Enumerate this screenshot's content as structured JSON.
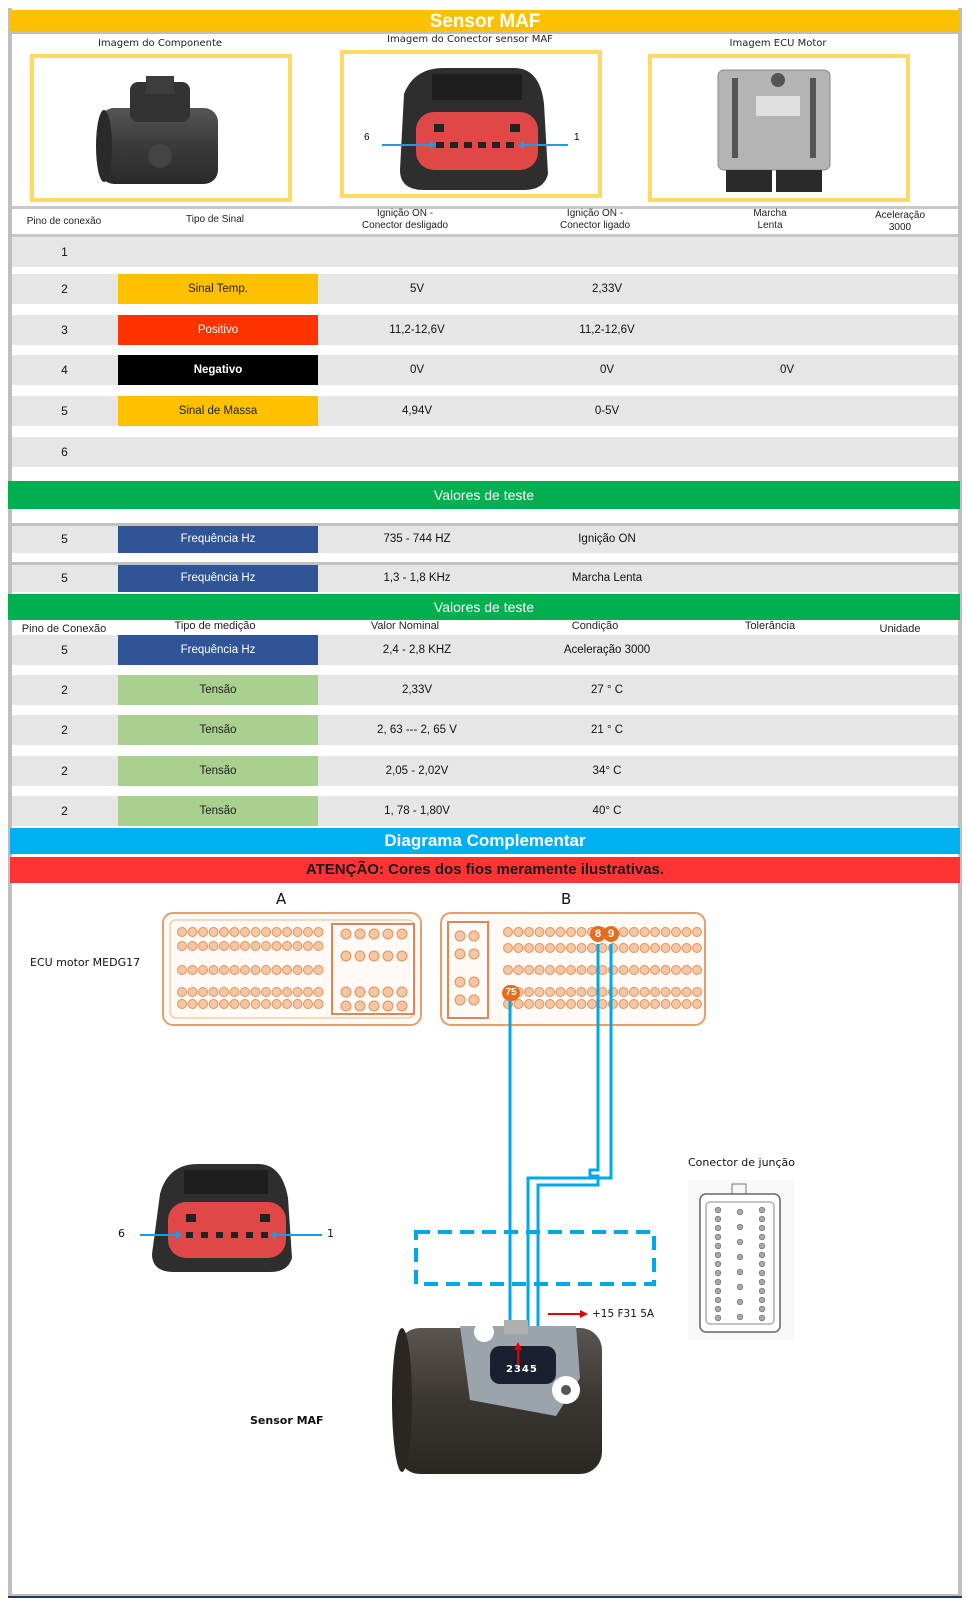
{
  "header": {
    "title": "Sensor MAF"
  },
  "images": {
    "component_caption": "Imagem do Componente",
    "connector_caption": "Imagem do Conector sensor MAF",
    "ecu_caption": "Imagem ECU Motor",
    "connector_pin_left": "6",
    "connector_pin_right": "1"
  },
  "pin_table": {
    "headers": [
      "Pino de conexão",
      "Tipo de Sinal",
      "Ignição ON -\nConector desligado",
      "Ignição ON -\nConector ligado",
      "Marcha\nLenta",
      "Aceleração\n3000"
    ],
    "rows": [
      {
        "pin": "1",
        "type": "",
        "type_color": "",
        "type_text_color": "",
        "ign_off": "",
        "ign_on": "",
        "idle": "",
        "accel": ""
      },
      {
        "pin": "2",
        "type": "Sinal Temp.",
        "type_color": "#ffc000",
        "type_text_color": "#222222",
        "ign_off": "5V",
        "ign_on": "2,33V",
        "idle": "",
        "accel": ""
      },
      {
        "pin": "3",
        "type": "Positivo",
        "type_color": "#ff3300",
        "type_text_color": "#ffffff",
        "ign_off": "11,2-12,6V",
        "ign_on": "11,2-12,6V",
        "idle": "",
        "accel": ""
      },
      {
        "pin": "4",
        "type": "Negativo",
        "type_color": "#000000",
        "type_text_color": "#ffffff",
        "ign_off": "0V",
        "ign_on": "0V",
        "idle": "0V",
        "accel": ""
      },
      {
        "pin": "5",
        "type": "Sinal de Massa",
        "type_color": "#ffc000",
        "type_text_color": "#222222",
        "ign_off": "4,94V",
        "ign_on": "0-5V",
        "idle": "",
        "accel": ""
      },
      {
        "pin": "6",
        "type": "",
        "type_color": "",
        "type_text_color": "",
        "ign_off": "",
        "ign_on": "",
        "idle": "",
        "accel": ""
      }
    ]
  },
  "test_values_1": {
    "title": "Valores de teste",
    "rows": [
      {
        "pin": "5",
        "type": "Frequência Hz",
        "type_color": "#2f5597",
        "value": "735 - 744 HZ",
        "condition": "Ignição ON"
      },
      {
        "pin": "5",
        "type": "Frequência Hz",
        "type_color": "#2f5597",
        "value": "1,3 - 1,8 KHz",
        "condition": "Marcha Lenta"
      }
    ]
  },
  "test_values_2": {
    "title": "Valores de teste",
    "headers": [
      "Pino de Conexão",
      "Tipo de medição",
      "Valor Nominal",
      "Condição",
      "Tolerância",
      "Unidade"
    ],
    "rows": [
      {
        "pin": "5",
        "type": "Frequência Hz",
        "type_color": "#2f5597",
        "type_text_color": "#ffffff",
        "value": "2,4 - 2,8 KHZ",
        "condition": "Aceleração 3000"
      },
      {
        "pin": "2",
        "type": "Tensão",
        "type_color": "#a9d08e",
        "type_text_color": "#222222",
        "value": "2,33V",
        "condition": "27 ° C"
      },
      {
        "pin": "2",
        "type": "Tensão",
        "type_color": "#a9d08e",
        "type_text_color": "#222222",
        "value": "2, 63 --- 2, 65 V",
        "condition": "21 ° C"
      },
      {
        "pin": "2",
        "type": "Tensão",
        "type_color": "#a9d08e",
        "type_text_color": "#222222",
        "value": "2,05 - 2,02V",
        "condition": "34° C"
      },
      {
        "pin": "2",
        "type": "Tensão",
        "type_color": "#a9d08e",
        "type_text_color": "#222222",
        "value": "1, 78 - 1,80V",
        "condition": "40° C"
      }
    ]
  },
  "diagram": {
    "title": "Diagrama Complementar",
    "warning": "ATENÇÃO: Cores dos fios meramente ilustrativas.",
    "connector_a_label": "A",
    "connector_b_label": "B",
    "ecu_label": "ECU motor MEDG17",
    "ecu_pins_highlighted": [
      "8",
      "9",
      "75"
    ],
    "junction_label": "Conector de junção",
    "connector_pin_left": "6",
    "connector_pin_right": "1",
    "fuse_label": "+15  F31 5A",
    "sensor_pins": "2345",
    "sensor_label": "Sensor MAF",
    "wire_color": "#00a8e8",
    "fuse_arrow_color": "#e00000"
  }
}
